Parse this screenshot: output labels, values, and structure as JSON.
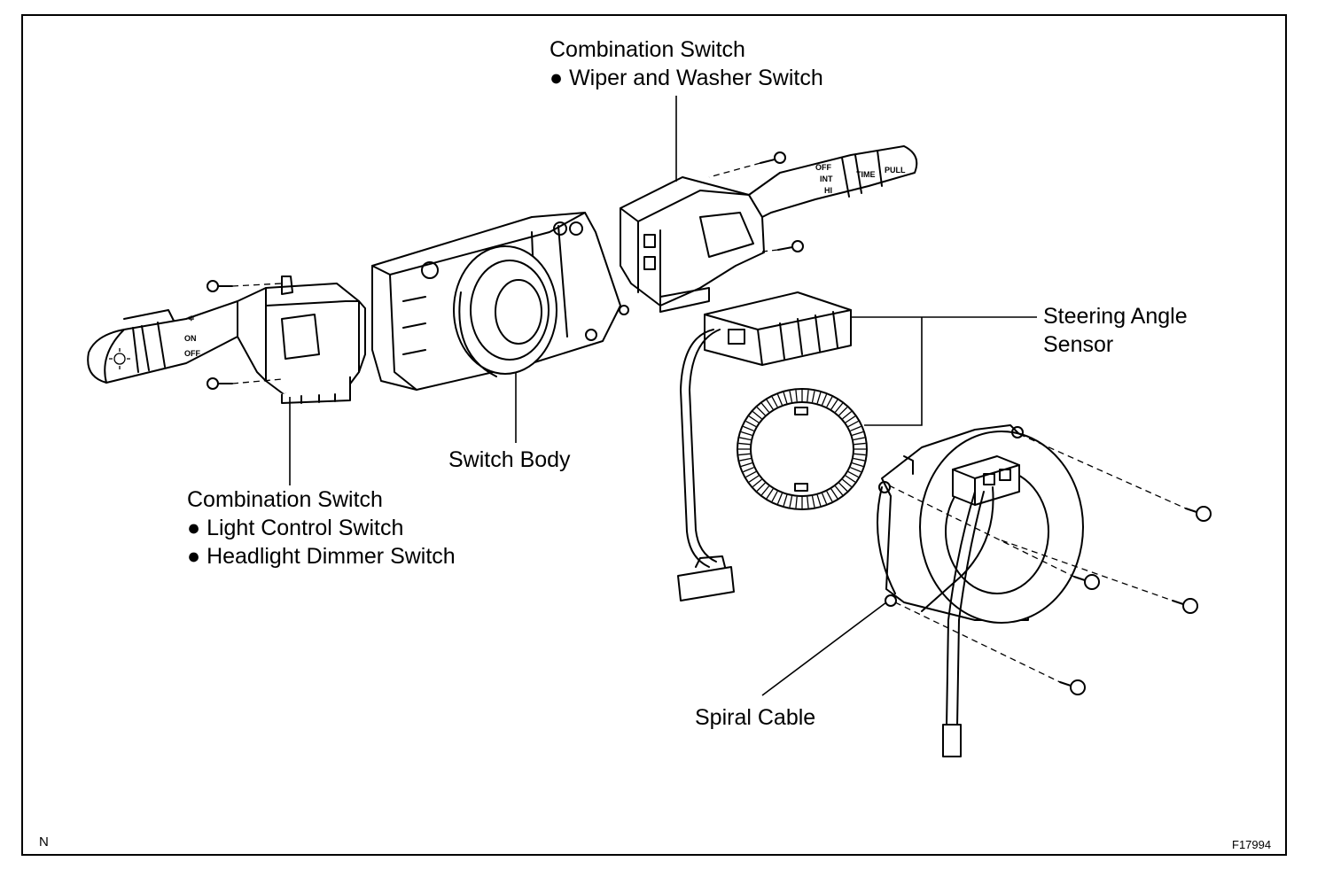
{
  "labels": {
    "wiper": {
      "title": "Combination Switch",
      "items": [
        "Wiper and Washer Switch"
      ]
    },
    "light": {
      "title": "Combination Switch",
      "items": [
        "Light Control Switch",
        "Headlight Dimmer Switch"
      ]
    },
    "switch_body": "Switch Body",
    "steering_sensor": [
      "Steering Angle",
      "Sensor"
    ],
    "spiral_cable": "Spiral Cable"
  },
  "corner": {
    "left": "N",
    "right": "F17994"
  },
  "bullet": "●"
}
